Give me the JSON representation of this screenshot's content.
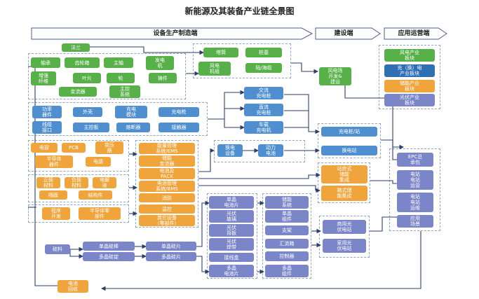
{
  "title": "新能源及其装备产业链全景图",
  "stages": {
    "equipment": "设备生产制造端",
    "construction": "建设端",
    "operation": "应用运营端"
  },
  "legend": {
    "wind": "风电产业\n板块",
    "charging": "充（换）电\n产业板块",
    "storage": "储能产业\n板块",
    "pv": "光伏产业\n板块"
  },
  "wind": {
    "flange": "法兰",
    "bearing": "轴承",
    "gearbox": "齿轮箱",
    "main_shaft": "主轴",
    "generator": "发电\n机",
    "fiber": "增强\n纤维",
    "blade": "叶片",
    "hub": "轮",
    "casting": "铸件",
    "converter": "变流器",
    "master_control": "主控\n系统",
    "tower": "塔筒",
    "pile": "桩基",
    "turbine": "风电\n机组",
    "seabed": "陆/海缆",
    "farm": "风电场\n开发&\n建设"
  },
  "charging": {
    "power_device": "功率\n器件",
    "housing": "外壳",
    "charging_module": "充电\n模块",
    "charging_gun": "充电枪",
    "cable_interface": "线缆\n接口",
    "main_board": "主控板",
    "fuse": "熔断器",
    "contactor": "接触器",
    "ac_pile": "交流\n充电桩",
    "dc_pile": "直流\n充电桩",
    "vehicle_charger": "车载\n充电机",
    "swap_equipment": "换电\n设备",
    "power_battery": "动力\n电池",
    "charging_station": "充电桩/站",
    "swap_station": "换电站"
  },
  "storage": {
    "capacitor": "电容",
    "pcb": "PCB",
    "transformer": "变压\n器",
    "semiconductor": "半导体\n器件",
    "inductor": "电感",
    "positive": "正极\n材料",
    "negative": "负极\n材料",
    "electrolyte": "电解\n液",
    "separator": "隔膜",
    "structure": "结构件",
    "program_dev": "程序\n开发",
    "semi_parts": "半导体零\n部件",
    "ems": "能量管理\n系统/EMS",
    "pcs": "储能\n变流器",
    "pack": "电池及\nPACK",
    "bms": "电池管理\n系统/BMS",
    "fire": "消防",
    "temp": "温控",
    "other": "其它设备\n（零部件）",
    "centralized": "站房式\n储能\n集成",
    "container": "箱式储\n能集成",
    "epc": "EPC总\n承包",
    "op1": "电站\n电站\n运营",
    "op2": "电站\n电站\n运维",
    "app": "应用\n场景"
  },
  "pv": {
    "silicon": "硅料",
    "mono_rod": "单晶硅棒",
    "poly_ingot": "多晶硅锭",
    "mono_wafer": "单晶硅片",
    "poly_wafer": "多晶硅片",
    "mono_cell": "单晶\n电池片",
    "pv_glass": "光伏\n玻璃",
    "backsheet": "光伏\n背板",
    "ribbon": "光伏\n焊带",
    "junction_box": "接线盒",
    "poly_cell": "多晶\n电池片",
    "storage_system": "储能\n系统",
    "mono_module": "单晶\n组件",
    "bracket": "支架",
    "combiner": "汇流箱",
    "inverter": "控制器",
    "poly_module": "多晶\n组件",
    "commercial": "商用光\n伏电站",
    "household": "家用光\n伏电站",
    "recycle": "电池\n回收"
  },
  "colors": {
    "wind": "#58b048",
    "charging": "#4f8fcf",
    "storage": "#f0a53c",
    "pv": "#7b86c9",
    "arrow": "#2c3e6b"
  }
}
